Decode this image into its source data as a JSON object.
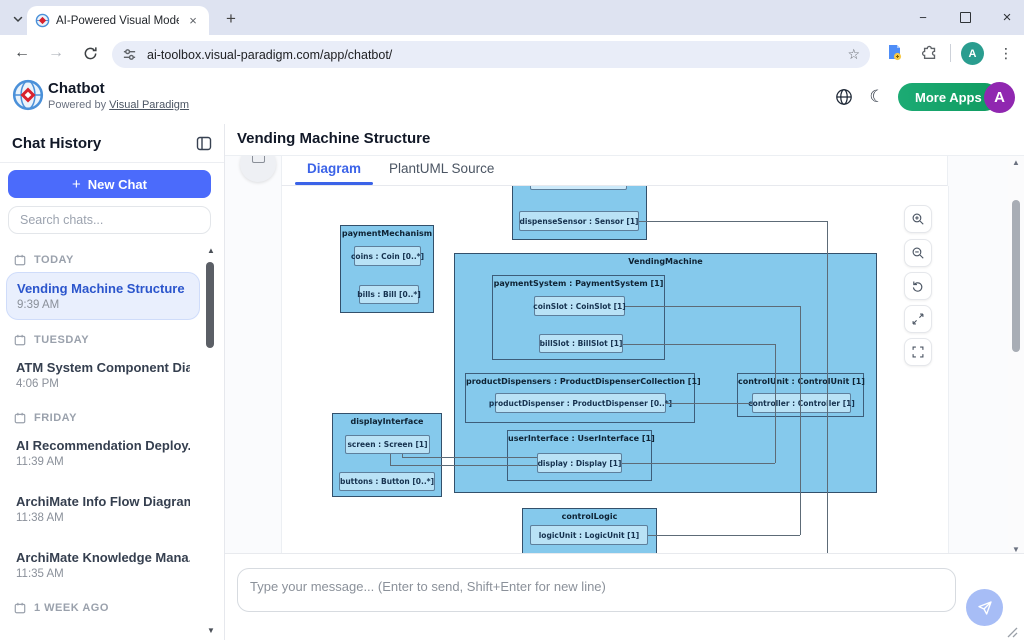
{
  "browser": {
    "tab_title": "AI-Powered Visual Modeling Ch",
    "url": "ai-toolbox.visual-paradigm.com/app/chatbot/",
    "avatar_letter": "A"
  },
  "icons": {
    "close_small": "×",
    "close": "×",
    "minimize": "−",
    "plus": "+",
    "back": "←",
    "forward": "→",
    "star": "☆",
    "kebab": "⋮",
    "moon": "☾",
    "arrow_up": "▲",
    "arrow_down": "▼",
    "new_chat_plus": "+"
  },
  "header": {
    "app_name": "Chatbot",
    "powered_by_prefix": "Powered by ",
    "powered_by_link": "Visual Paradigm",
    "more_apps_label": "More Apps",
    "avatar_letter": "A"
  },
  "sidebar": {
    "title": "Chat History",
    "new_chat_label": "New Chat",
    "search_placeholder": "Search chats...",
    "groups": [
      {
        "label": "TODAY",
        "items": [
          {
            "title": "Vending Machine Structure",
            "time": "9:39 AM",
            "active": true
          }
        ]
      },
      {
        "label": "TUESDAY",
        "items": [
          {
            "title": "ATM System Component Dia...",
            "time": "4:06 PM"
          }
        ]
      },
      {
        "label": "FRIDAY",
        "items": [
          {
            "title": "AI Recommendation Deploy...",
            "time": "11:39 AM"
          },
          {
            "title": "ArchiMate Info Flow Diagram",
            "time": "11:38 AM"
          },
          {
            "title": "ArchiMate Knowledge Mana...",
            "time": "11:35 AM"
          }
        ]
      },
      {
        "label": "1 WEEK AGO",
        "items": []
      }
    ]
  },
  "main": {
    "title": "Vending Machine Structure",
    "tabs": [
      {
        "label": "Diagram",
        "active": true
      },
      {
        "label": "PlantUML Source",
        "active": false
      }
    ],
    "message_placeholder": "Type your message... (Enter to send, Shift+Enter for new line)"
  },
  "diagram": {
    "sensor_block": {
      "part": "dispenseSensor : Sensor [1]"
    },
    "payment_mechanism": {
      "title": "paymentMechanism",
      "parts": [
        "coins : Coin [0..*]",
        "bills : Bill [0..*]"
      ]
    },
    "vending_machine": {
      "title": "VendingMachine",
      "payment_system": {
        "title": "paymentSystem : PaymentSystem [1]",
        "parts": [
          "coinSlot : CoinSlot [1]",
          "billSlot : BillSlot [1]"
        ]
      },
      "product_dispensers": {
        "title": "productDispensers : ProductDispenserCollection [1]",
        "parts": [
          "productDispenser : ProductDispenser [0..*]"
        ]
      },
      "control_unit": {
        "title": "controlUnit : ControlUnit [1]",
        "parts": [
          "controller : Controller [1]"
        ]
      },
      "user_interface": {
        "title": "userInterface : UserInterface [1]",
        "parts": [
          "display : Display [1]"
        ]
      }
    },
    "display_interface": {
      "title": "displayInterface",
      "parts": [
        "screen : Screen [1]",
        "buttons : Button [0..*]"
      ]
    },
    "control_logic": {
      "title": "controlLogic",
      "parts": [
        "logicUnit : LogicUnit [1]"
      ]
    }
  },
  "colors": {
    "accent_blue": "#4b6bfb",
    "active_tab_blue": "#3b63e8",
    "more_apps_green": "#14a06a",
    "header_avatar_purple": "#9027b0",
    "browser_avatar_teal": "#2a9d8f",
    "diagram_box_fill": "#85c9ec",
    "send_button_blue": "#a7bdf6",
    "active_chat_bg": "#e9effd"
  }
}
